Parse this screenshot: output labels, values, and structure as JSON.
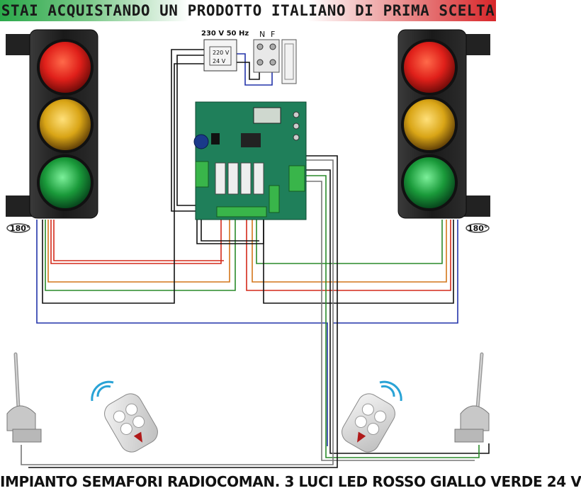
{
  "banner": {
    "text": "STAI ACQUISTANDO UN PRODOTTO ITALIANO DI PRIMA SCELTA"
  },
  "footer": {
    "text": "IMPIANTO SEMAFORI RADIOCOMAN. 3 LUCI LED ROSSO GIALLO VERDE 24 V"
  },
  "transformer": {
    "title": "230 V 50 Hz",
    "in_label": "220 V",
    "out_label": "24 V"
  },
  "mains": {
    "n_label": "N",
    "f_label": "F"
  },
  "traffic_lights": {
    "left": {
      "rotation_label": "180°"
    },
    "right": {
      "rotation_label": "180°"
    }
  },
  "colors": {
    "red_lamp": "#e0201a",
    "yellow_lamp": "#e8b81a",
    "green_lamp": "#1a9a3a",
    "board": "#1f7f5a",
    "wire_red": "#d42a1a",
    "wire_green": "#2a8a2a",
    "wire_blue": "#2233aa",
    "wire_black": "#111111"
  }
}
